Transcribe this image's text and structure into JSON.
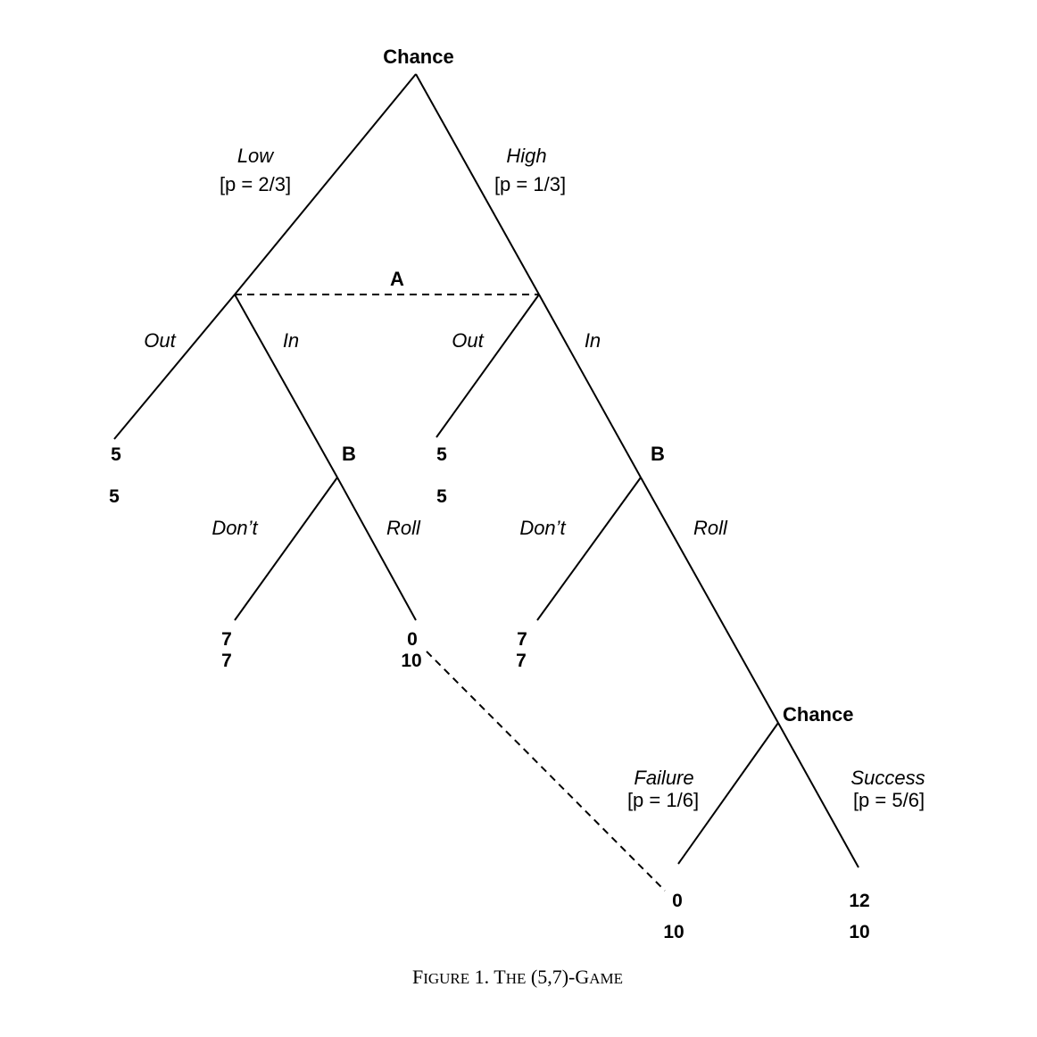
{
  "nodes": {
    "root_chance": "Chance",
    "info_set_a": "A",
    "b_low": "B",
    "b_high": "B",
    "lower_chance": "Chance"
  },
  "branches": {
    "low": "Low",
    "low_prob": "[p = 2/3]",
    "high": "High",
    "high_prob": "[p = 1/3]",
    "out_low": "Out",
    "in_low": "In",
    "out_high": "Out",
    "in_high": "In",
    "dont_low": "Don’t",
    "roll_low": "Roll",
    "dont_high": "Don’t",
    "roll_high": "Roll",
    "failure": "Failure",
    "failure_prob": "[p = 1/6]",
    "success": "Success",
    "success_prob": "[p = 5/6]"
  },
  "payoffs": {
    "out_low": [
      "5",
      "5"
    ],
    "out_high": [
      "5",
      "5"
    ],
    "dont_low": [
      "7",
      "7"
    ],
    "roll_low": [
      "0",
      "10"
    ],
    "dont_high": [
      "7",
      "7"
    ],
    "failure": [
      "0",
      "10"
    ],
    "success": [
      "12",
      "10"
    ]
  },
  "caption": {
    "prefix_f": "F",
    "prefix_rest": "IGURE",
    "number": " 1. ",
    "the_t": "T",
    "the_rest": "HE",
    "game_id": " (5,7)-",
    "game_g": "G",
    "game_rest": "AME"
  }
}
